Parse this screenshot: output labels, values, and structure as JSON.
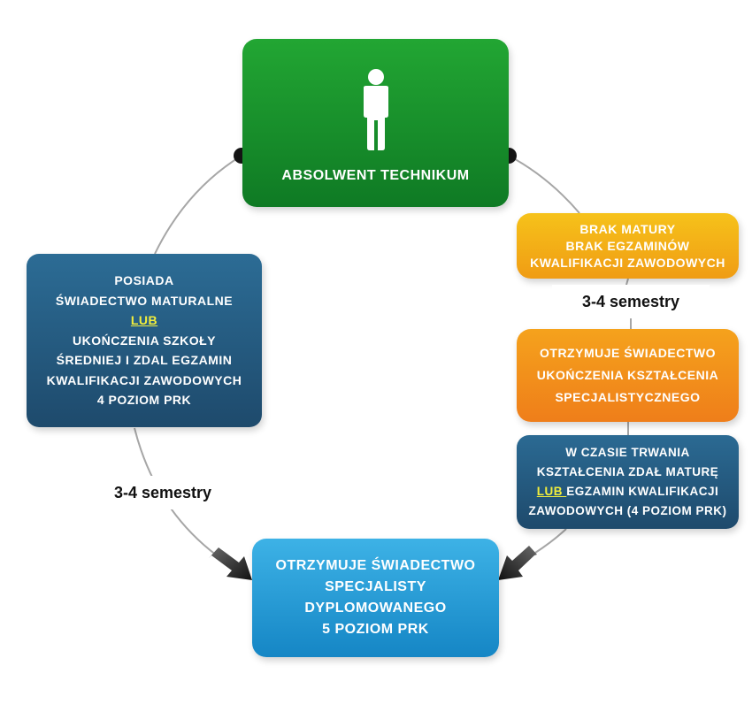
{
  "nodes": {
    "top": {
      "icon": "person-icon",
      "title": "ABSOLWENT TECHNIKUM",
      "color": "#1a9a2e"
    },
    "left": {
      "line1": "POSIADA",
      "line2": "ŚWIADECTWO MATURALNE",
      "connector": "LUB",
      "line3": "UKOŃCZENIA SZKOŁY",
      "line4": "ŚREDNIEJ  I ZDAL EGZAMIN",
      "line5": "KWALIFIKACJI ZAWODOWYCH",
      "line6": "4 POZIOM PRK",
      "color": "#275e86"
    },
    "right_top": {
      "line1": "BRAK MATURY",
      "line2": "BRAK EGZAMINÓW",
      "line3": "KWALIFIKACJI ZAWODOWYCH",
      "color": "#f4b118"
    },
    "right_mid": {
      "line1": "OTRZYMUJE ŚWIADECTWO",
      "line2": "UKOŃCZENIA KSZTAŁCENIA",
      "line3": "SPECJALISTYCZNEGO",
      "color": "#f28e1b"
    },
    "right_bottom": {
      "line1": "W CZASIE TRWANIA",
      "line2": "KSZTAŁCENIA ZDAŁ MATURĘ",
      "connector": "LUB ",
      "line3_rest": "EGZAMIN KWALIFIKACJI",
      "line4": "ZAWODOWYCH (4 POZIOM PRK)",
      "color": "#275e86"
    },
    "bottom": {
      "line1": "OTRZYMUJE ŚWIADECTWO",
      "line2": "SPECJALISTY",
      "line3": "DYPLOMOWANEGO",
      "line4": "5 POZIOM PRK",
      "color": "#2aa0da"
    }
  },
  "labels": {
    "right_duration": "3-4 semestry",
    "left_duration": "3-4 semestry"
  },
  "highlight_color": "#f2ee3c"
}
